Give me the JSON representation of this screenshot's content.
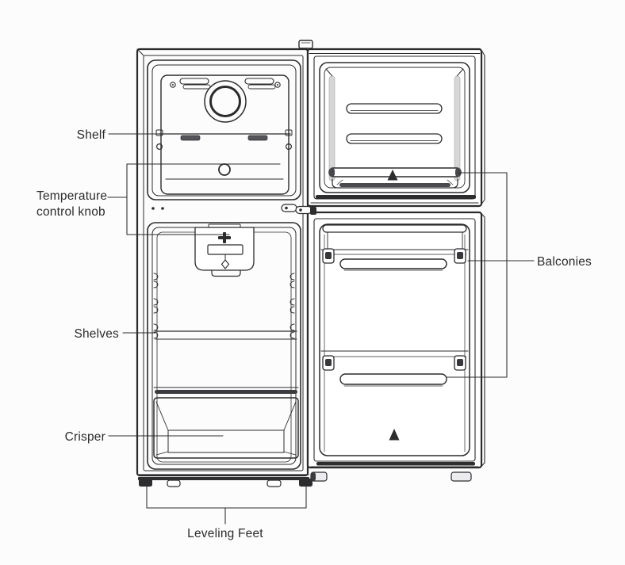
{
  "diagram": {
    "colors": {
      "line": "#2b2b2d",
      "background": "#fcfcfc",
      "dark_fill": "#2d2d30"
    },
    "labels": {
      "shelf": "Shelf",
      "temperature_control_knob": [
        "Temperature",
        "control knob"
      ],
      "shelves": "Shelves",
      "crisper": "Crisper",
      "balconies": "Balconies",
      "leveling_feet": "Leveling Feet"
    }
  }
}
